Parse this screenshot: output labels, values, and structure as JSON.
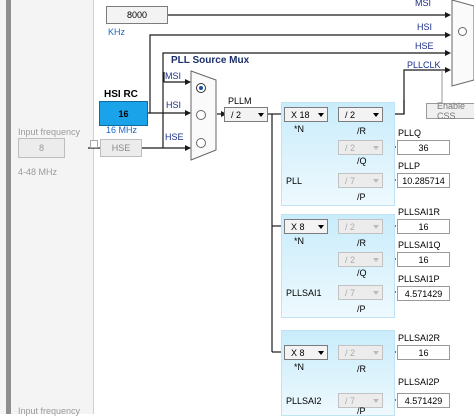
{
  "left_panel": {
    "input_frequency_label": "Input frequency",
    "input_frequency_value": "8",
    "range_label": "4-48 MHz",
    "bottom_label": "Input frequency"
  },
  "top": {
    "value": "8000",
    "unit": "KHz"
  },
  "mux_labels": {
    "msi": "MSI",
    "hsi": "HSI",
    "hse": "HSE",
    "pllclk": "PLLCLK",
    "enable_css": "Enable CSS"
  },
  "hsi_rc": {
    "title": "HSI RC",
    "value": "16",
    "freq": "16 MHz"
  },
  "hse_box": "HSE",
  "pll_source_mux": {
    "title": "PLL Source Mux",
    "msi": "MSI",
    "hsi": "HSI",
    "hse": "HSE"
  },
  "pllm": {
    "label": "PLLM",
    "value": "/ 2"
  },
  "pll": {
    "name": "PLL",
    "n_value": "X 18",
    "n_label": "*N",
    "r_value": "/ 2",
    "r_label": "/R",
    "q_value": "/ 2",
    "q_label": "/Q",
    "p_value": "/ 7",
    "p_label": "/P",
    "q_out_label": "PLLQ",
    "q_out_value": "36",
    "p_out_label": "PLLP",
    "p_out_value": "10.285714"
  },
  "pllsai1": {
    "name": "PLLSAI1",
    "n_value": "X 8",
    "n_label": "*N",
    "r_value": "/ 2",
    "r_label": "/R",
    "q_value": "/ 2",
    "q_label": "/Q",
    "p_value": "/ 7",
    "p_label": "/P",
    "r_out_label": "PLLSAI1R",
    "r_out_value": "16",
    "q_out_label": "PLLSAI1Q",
    "q_out_value": "16",
    "p_out_label": "PLLSAI1P",
    "p_out_value": "4.571429"
  },
  "pllsai2": {
    "name": "PLLSAI2",
    "n_value": "X 8",
    "n_label": "*N",
    "r_value": "/ 2",
    "r_label": "/R",
    "p_value": "/ 7",
    "p_label": "/P",
    "r_out_label": "PLLSAI2R",
    "r_out_value": "16",
    "p_out_label": "PLLSAI2P",
    "p_out_value": "4.571429"
  },
  "colors": {
    "hsi_fill": "#1aa3e8",
    "pll_gradient_top": "#c9ecfb",
    "label_blue": "#1b66c6"
  }
}
